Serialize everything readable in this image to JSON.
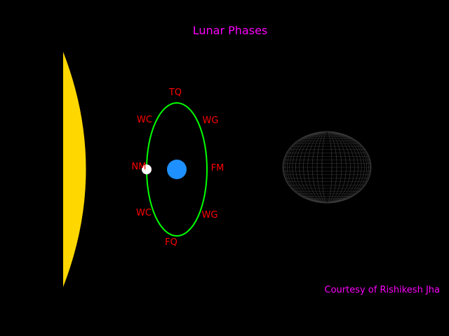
{
  "title": "Lunar Phases",
  "credit": "Courtesy of Rishikesh Jha",
  "phase_labels": {
    "top": "TQ",
    "upper_left": "WC",
    "upper_right": "WG",
    "left": "NM",
    "right": "FM",
    "lower_left": "WC",
    "lower_right": "WG",
    "bottom": "FQ"
  },
  "colors": {
    "background": "#000000",
    "title": "#ff00ff",
    "credit": "#ff00ff",
    "labels": "#ff0000",
    "sun": "#ffd700",
    "orbit": "#00ff00",
    "earth": "#1e90ff",
    "moon": "#ffffff",
    "wire_sphere": "#3a3a3a"
  }
}
